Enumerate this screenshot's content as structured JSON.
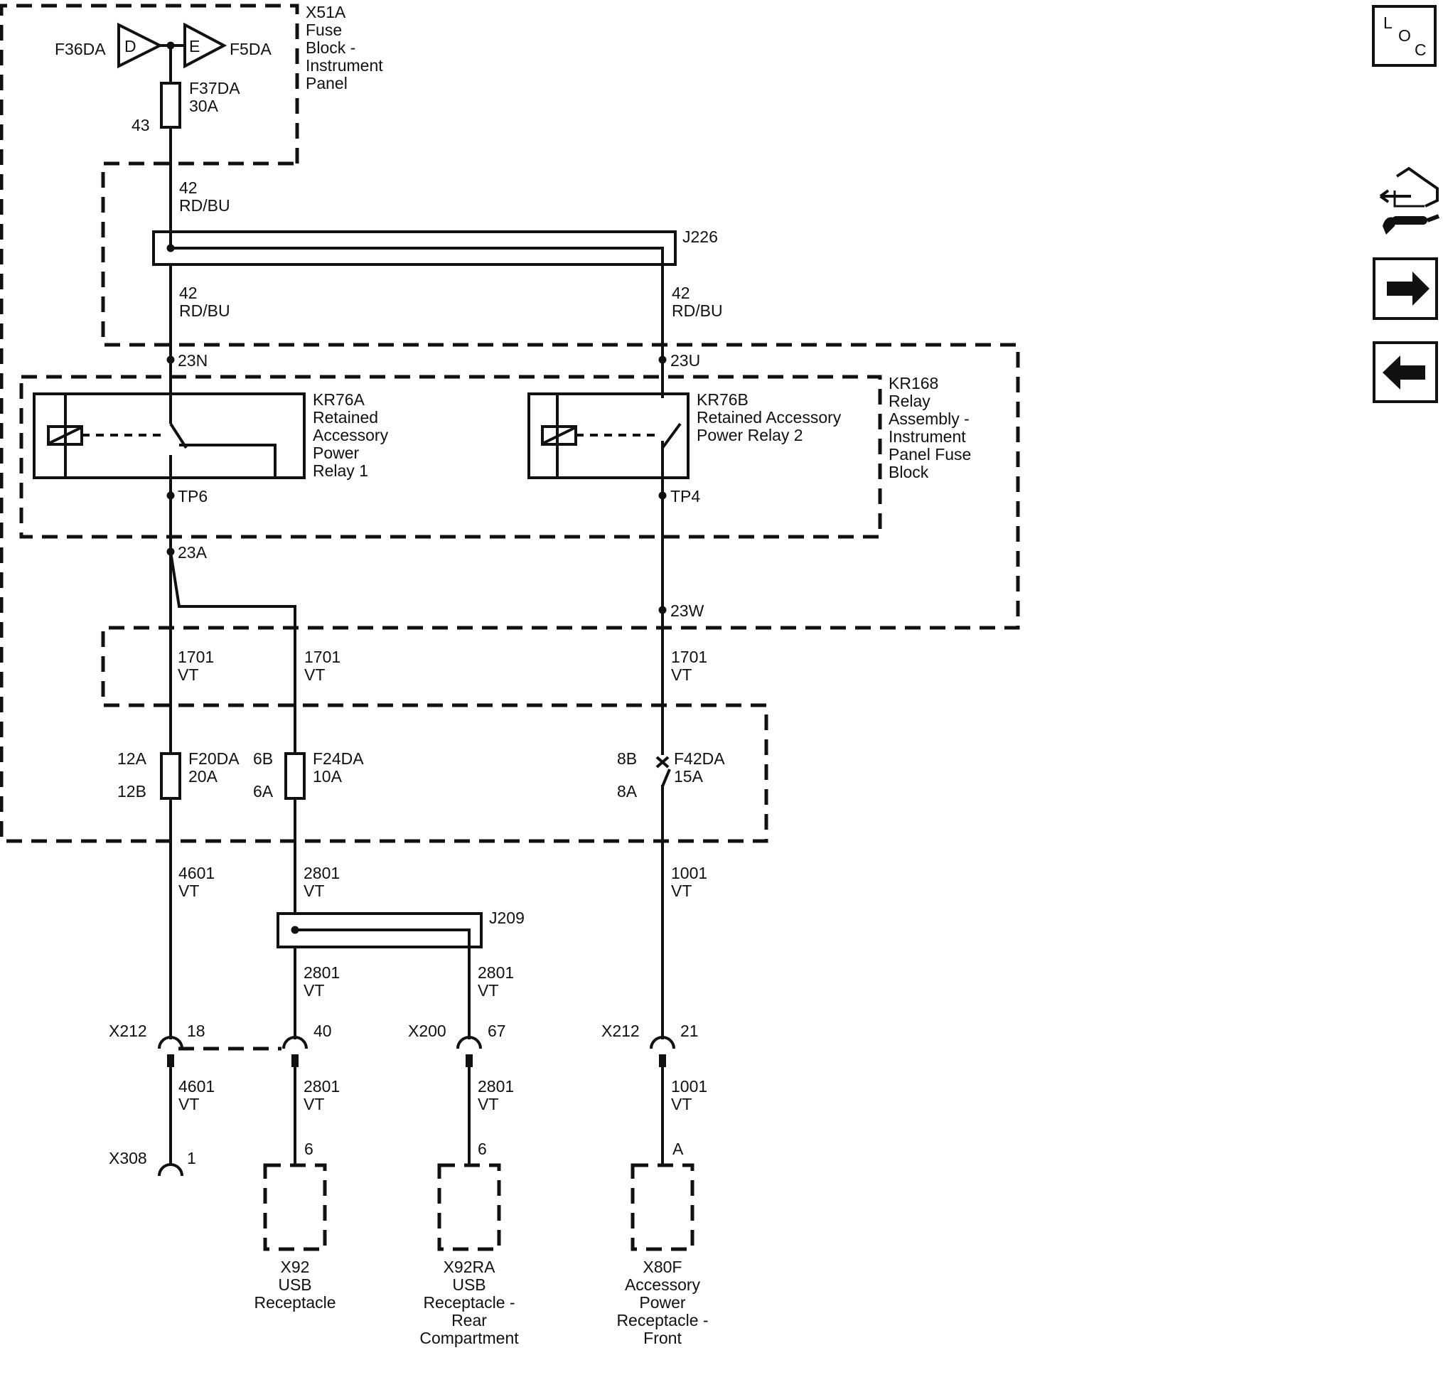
{
  "fuse_block": {
    "name": "X51A",
    "desc": [
      "Fuse",
      "Block -",
      "Instrument",
      "Panel"
    ],
    "fuse_d_label": "F36DA",
    "fuse_d_letter": "D",
    "fuse_e_letter": "E",
    "fuse_e_label": "F5DA",
    "f37_name": "F37DA",
    "f37_rating": "30A",
    "f37_pin": "43"
  },
  "wires": {
    "w42_a_circuit": "42",
    "w42_a_color": "RD/BU",
    "w42_b_circuit": "42",
    "w42_b_color": "RD/BU",
    "w42_c_circuit": "42",
    "w42_c_color": "RD/BU",
    "w1701_a_circuit": "1701",
    "w1701_a_color": "VT",
    "w1701_b_circuit": "1701",
    "w1701_b_color": "VT",
    "w1701_c_circuit": "1701",
    "w1701_c_color": "VT",
    "w4601_a_circuit": "4601",
    "w4601_a_color": "VT",
    "w2801_a_circuit": "2801",
    "w2801_a_color": "VT",
    "w1001_a_circuit": "1001",
    "w1001_a_color": "VT",
    "w2801_b_circuit": "2801",
    "w2801_b_color": "VT",
    "w2801_c_circuit": "2801",
    "w2801_c_color": "VT",
    "w4601_b_circuit": "4601",
    "w4601_b_color": "VT",
    "w2801_d_circuit": "2801",
    "w2801_d_color": "VT",
    "w2801_e_circuit": "2801",
    "w2801_e_color": "VT",
    "w1001_b_circuit": "1001",
    "w1001_b_color": "VT"
  },
  "splices": {
    "j226": "J226",
    "j209": "J209"
  },
  "terminals": {
    "t23n": "23N",
    "t23u": "23U",
    "tp6": "TP6",
    "tp4": "TP4",
    "t23a": "23A",
    "t23w": "23W"
  },
  "relays": {
    "kr76a_name": "KR76A",
    "kr76a_desc": [
      "Retained",
      "Accessory",
      "Power",
      "Relay 1"
    ],
    "kr76b_name": "KR76B",
    "kr76b_desc": [
      "Retained Accessory",
      "Power Relay 2"
    ],
    "kr168_name": "KR168",
    "kr168_desc": [
      "Relay",
      "Assembly -",
      "Instrument",
      "Panel Fuse",
      "Block"
    ]
  },
  "fuses": {
    "f20_name": "F20DA",
    "f20_rating": "20A",
    "f20_pin_top": "12A",
    "f20_pin_bottom": "12B",
    "f24_name": "F24DA",
    "f24_rating": "10A",
    "f24_pin_top": "6B",
    "f24_pin_bottom": "6A",
    "f42_name": "F42DA",
    "f42_rating": "15A",
    "f42_pin_top": "8B",
    "f42_pin_bottom": "8A"
  },
  "connectors": {
    "x212a_name": "X212",
    "x212a_pin": "18",
    "x212b_pin": "40",
    "x200_name": "X200",
    "x200_pin": "67",
    "x212c_name": "X212",
    "x212c_pin": "21",
    "x308_name": "X308",
    "x308_pin": "1",
    "x92_pin": "6",
    "x92ra_pin": "6",
    "x80f_pin": "A"
  },
  "components": {
    "x92": [
      "X92",
      "USB",
      "Receptacle"
    ],
    "x92ra": [
      "X92RA",
      "USB",
      "Receptacle -",
      "Rear",
      "Compartment"
    ],
    "x80f": [
      "X80F",
      "Accessory",
      "Power",
      "Receptacle -",
      "Front"
    ]
  },
  "nav": {
    "loc_l": "L",
    "loc_o": "O",
    "loc_c": "C",
    "icons": [
      "loc-icon",
      "connector-wrench-icon",
      "arrow-right-icon",
      "arrow-left-icon"
    ]
  }
}
